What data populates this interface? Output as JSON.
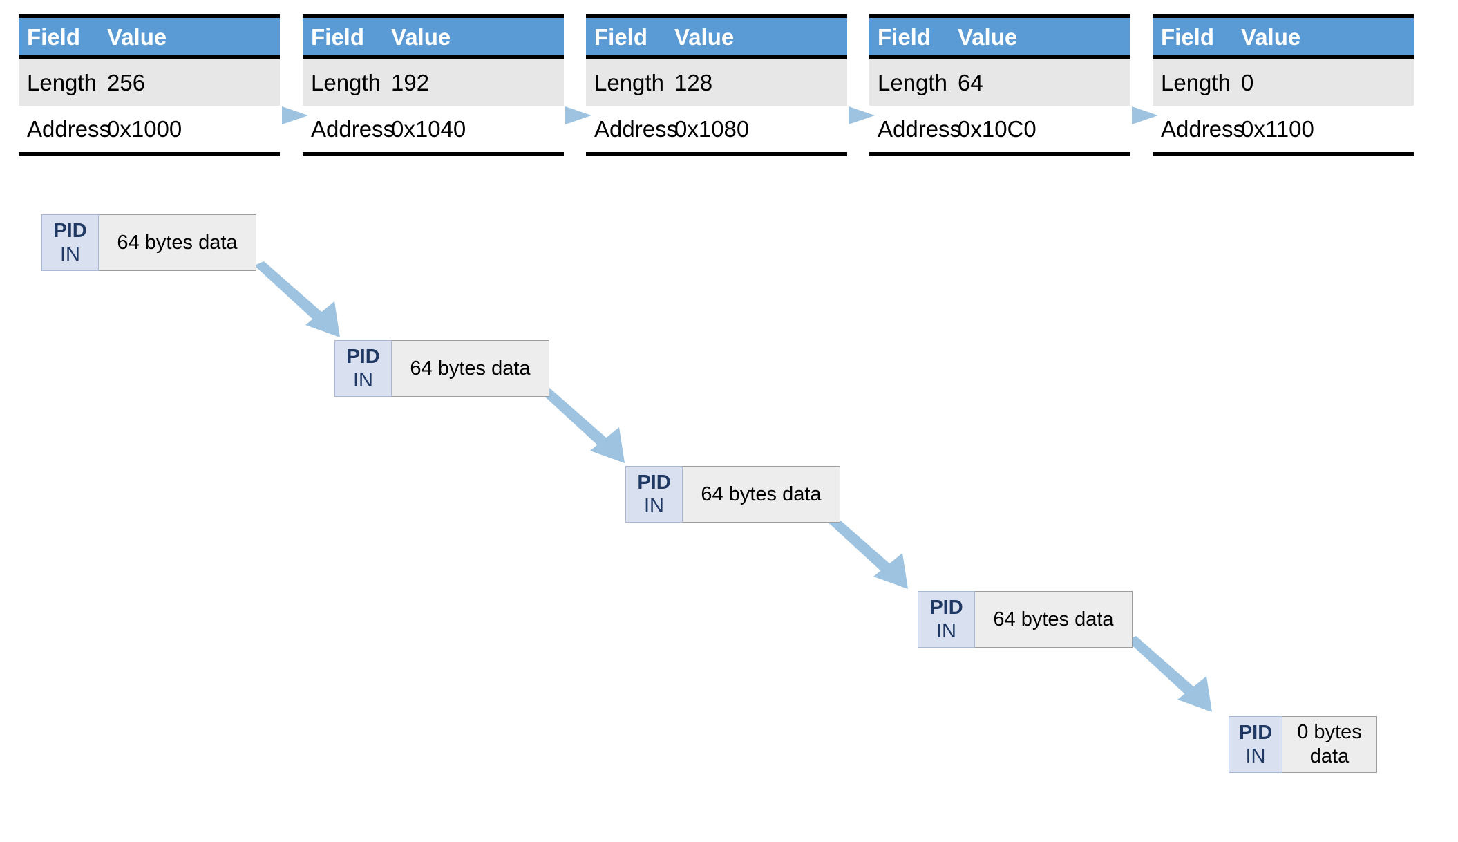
{
  "diagram": {
    "title": "USB IN transfer descriptor and packet cascade",
    "colors": {
      "table_header_bg": "#5B9BD5",
      "table_header_text": "#FFFFFF",
      "table_alt_row_bg": "#E7E7E7",
      "table_border": "#000000",
      "pid_box_bg": "#D9E0F0",
      "pid_box_text": "#1F3864",
      "data_box_bg": "#EDEDED",
      "data_box_border": "#9C9C9C",
      "arrow_fill": "#9DC3E0"
    }
  },
  "descriptor_tables": {
    "columns": [
      "Field",
      "Value"
    ],
    "row_labels": [
      "Length",
      "Address"
    ],
    "items": [
      {
        "header_field": "Field",
        "header_value": "Value",
        "length_label": "Length",
        "length_value": "256",
        "address_label": "Address",
        "address_value": "0x1000"
      },
      {
        "header_field": "Field",
        "header_value": "Value",
        "length_label": "Length",
        "length_value": "192",
        "address_label": "Address",
        "address_value": "0x1040"
      },
      {
        "header_field": "Field",
        "header_value": "Value",
        "length_label": "Length",
        "length_value": "128",
        "address_label": "Address",
        "address_value": "0x1080"
      },
      {
        "header_field": "Field",
        "header_value": "Value",
        "length_label": "Length",
        "length_value": "64",
        "address_label": "Address",
        "address_value": "0x10C0"
      },
      {
        "header_field": "Field",
        "header_value": "Value",
        "length_label": "Length",
        "length_value": "0",
        "address_label": "Address",
        "address_value": "0x1100"
      }
    ]
  },
  "table_connectors": [
    {
      "icon": "right-arrow-icon"
    },
    {
      "icon": "right-arrow-icon"
    },
    {
      "icon": "right-arrow-icon"
    },
    {
      "icon": "right-arrow-icon"
    }
  ],
  "packets": [
    {
      "pid_title": "PID",
      "pid_sub": "IN",
      "data_label": "64 bytes data"
    },
    {
      "pid_title": "PID",
      "pid_sub": "IN",
      "data_label": "64 bytes data"
    },
    {
      "pid_title": "PID",
      "pid_sub": "IN",
      "data_label": "64 bytes data"
    },
    {
      "pid_title": "PID",
      "pid_sub": "IN",
      "data_label": "64 bytes data"
    },
    {
      "pid_title": "PID",
      "pid_sub": "IN",
      "data_label": "0 bytes data"
    }
  ],
  "packet_connectors": [
    {
      "icon": "diagonal-arrow-down-right-icon"
    },
    {
      "icon": "diagonal-arrow-down-right-icon"
    },
    {
      "icon": "diagonal-arrow-down-right-icon"
    },
    {
      "icon": "diagonal-arrow-down-right-icon"
    }
  ]
}
